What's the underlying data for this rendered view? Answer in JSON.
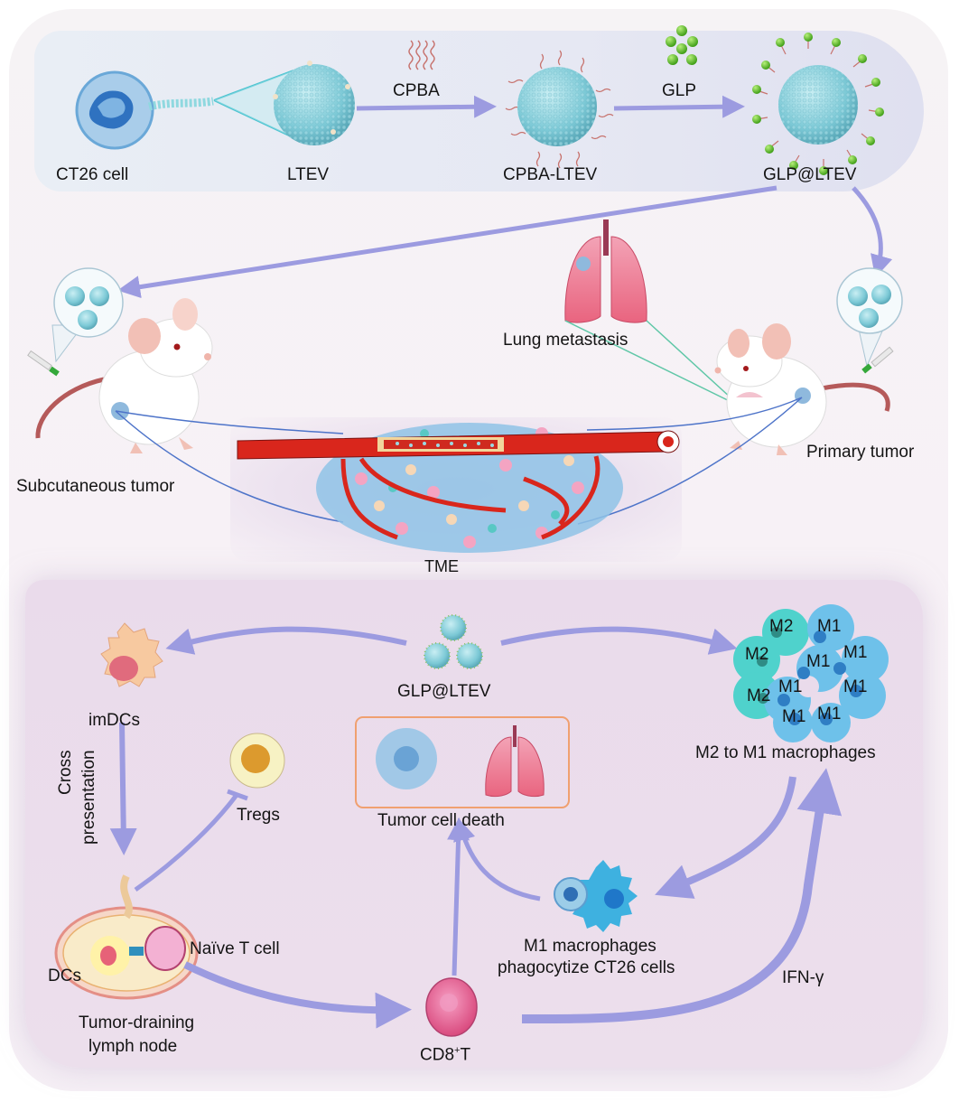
{
  "figure": {
    "type": "schematic",
    "accent_colors": {
      "arrow": "#9c9be0",
      "panel_bottom": "#eadbeb",
      "panel_top": "#e6e8f3",
      "vesicle": "#7cc9d6",
      "glp_bead": "#5dc42c",
      "vessel": "#d9261c",
      "highlight_box": "#f0a070"
    }
  },
  "synthesis": {
    "ct26_cell": "CT26 cell",
    "ltev": "LTEV",
    "cpba": "CPBA",
    "cpba_ltev": "CPBA-LTEV",
    "glp": "GLP",
    "glp_ltev": "GLP@LTEV"
  },
  "models": {
    "subcutaneous": "Subcutaneous  tumor",
    "lung": "Lung metastasis",
    "primary": "Primary  tumor",
    "tme": "TME"
  },
  "mechanism": {
    "glp_ltev": "GLP@LTEV",
    "imdcs": "imDCs",
    "cross_presentation_1": "Cross",
    "cross_presentation_2": "presentation",
    "tregs": "Tregs",
    "tumor_cell_death": "Tumor cell death",
    "macrophage_labels": [
      "M2",
      "M1",
      "M2",
      "M1",
      "M1",
      "M2",
      "M1",
      "M1",
      "M1",
      "M1"
    ],
    "m2_to_m1": "M2 to M1  macrophages",
    "naive_t": "Naïve T cell",
    "dcs": "DCs",
    "lymph_node_1": "Tumor-draining",
    "lymph_node_2": "lymph node",
    "cd8_t": "CD8",
    "cd8_sup": "+",
    "cd8_t_suffix": "T",
    "m1_phago_1": "M1 macrophages",
    "m1_phago_2": "phagocytize CT26 cells",
    "ifn": "IFN-γ"
  }
}
